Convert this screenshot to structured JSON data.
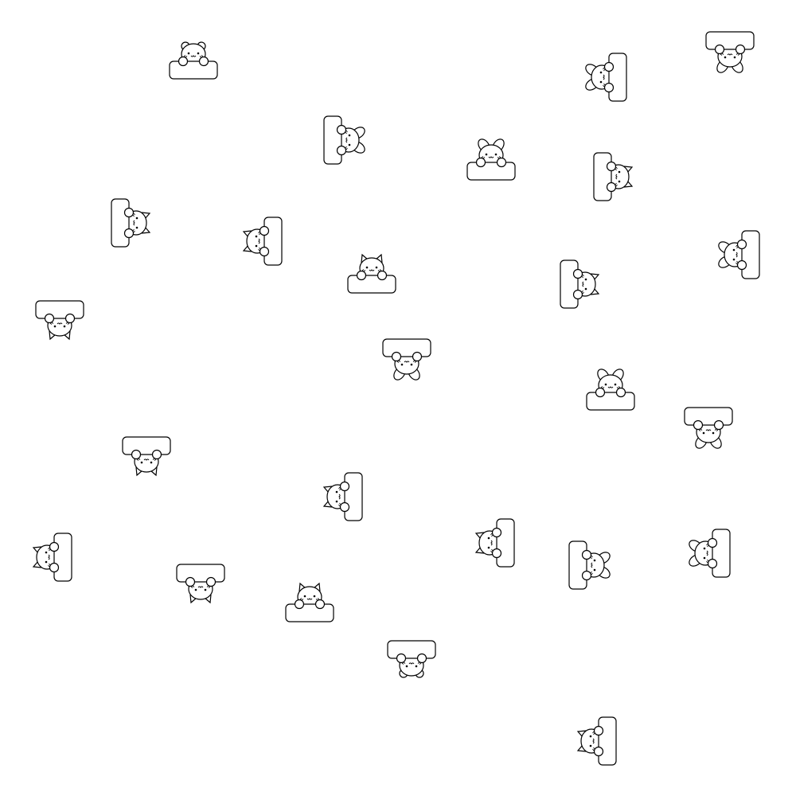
{
  "colors": {
    "background": "#ffffff",
    "stroke": "#000000"
  },
  "icons": {
    "cat_cat": "cat-face",
    "cat_bear": "bear-face",
    "cat_bunny": "bunny-face",
    "cat_sign": "blank-sign-board"
  },
  "stickers": [
    {
      "kind": "bear",
      "direction": "up"
    },
    {
      "kind": "bunny",
      "direction": "right"
    },
    {
      "kind": "bunny",
      "direction": "down"
    },
    {
      "kind": "bunny",
      "direction": "left"
    },
    {
      "kind": "bunny",
      "direction": "up"
    },
    {
      "kind": "cat",
      "direction": "right"
    },
    {
      "kind": "cat",
      "direction": "right"
    },
    {
      "kind": "cat",
      "direction": "left"
    },
    {
      "kind": "cat",
      "direction": "up"
    },
    {
      "kind": "bunny",
      "direction": "left"
    },
    {
      "kind": "cat",
      "direction": "right"
    },
    {
      "kind": "cat",
      "direction": "down"
    },
    {
      "kind": "bunny",
      "direction": "down"
    },
    {
      "kind": "bunny",
      "direction": "up"
    },
    {
      "kind": "bunny",
      "direction": "down"
    },
    {
      "kind": "cat",
      "direction": "down"
    },
    {
      "kind": "cat",
      "direction": "left"
    },
    {
      "kind": "cat",
      "direction": "left"
    },
    {
      "kind": "cat",
      "direction": "left"
    },
    {
      "kind": "bunny",
      "direction": "right"
    },
    {
      "kind": "bunny",
      "direction": "left"
    },
    {
      "kind": "cat",
      "direction": "down"
    },
    {
      "kind": "cat",
      "direction": "up"
    },
    {
      "kind": "bear",
      "direction": "down"
    },
    {
      "kind": "cat",
      "direction": "left"
    }
  ]
}
